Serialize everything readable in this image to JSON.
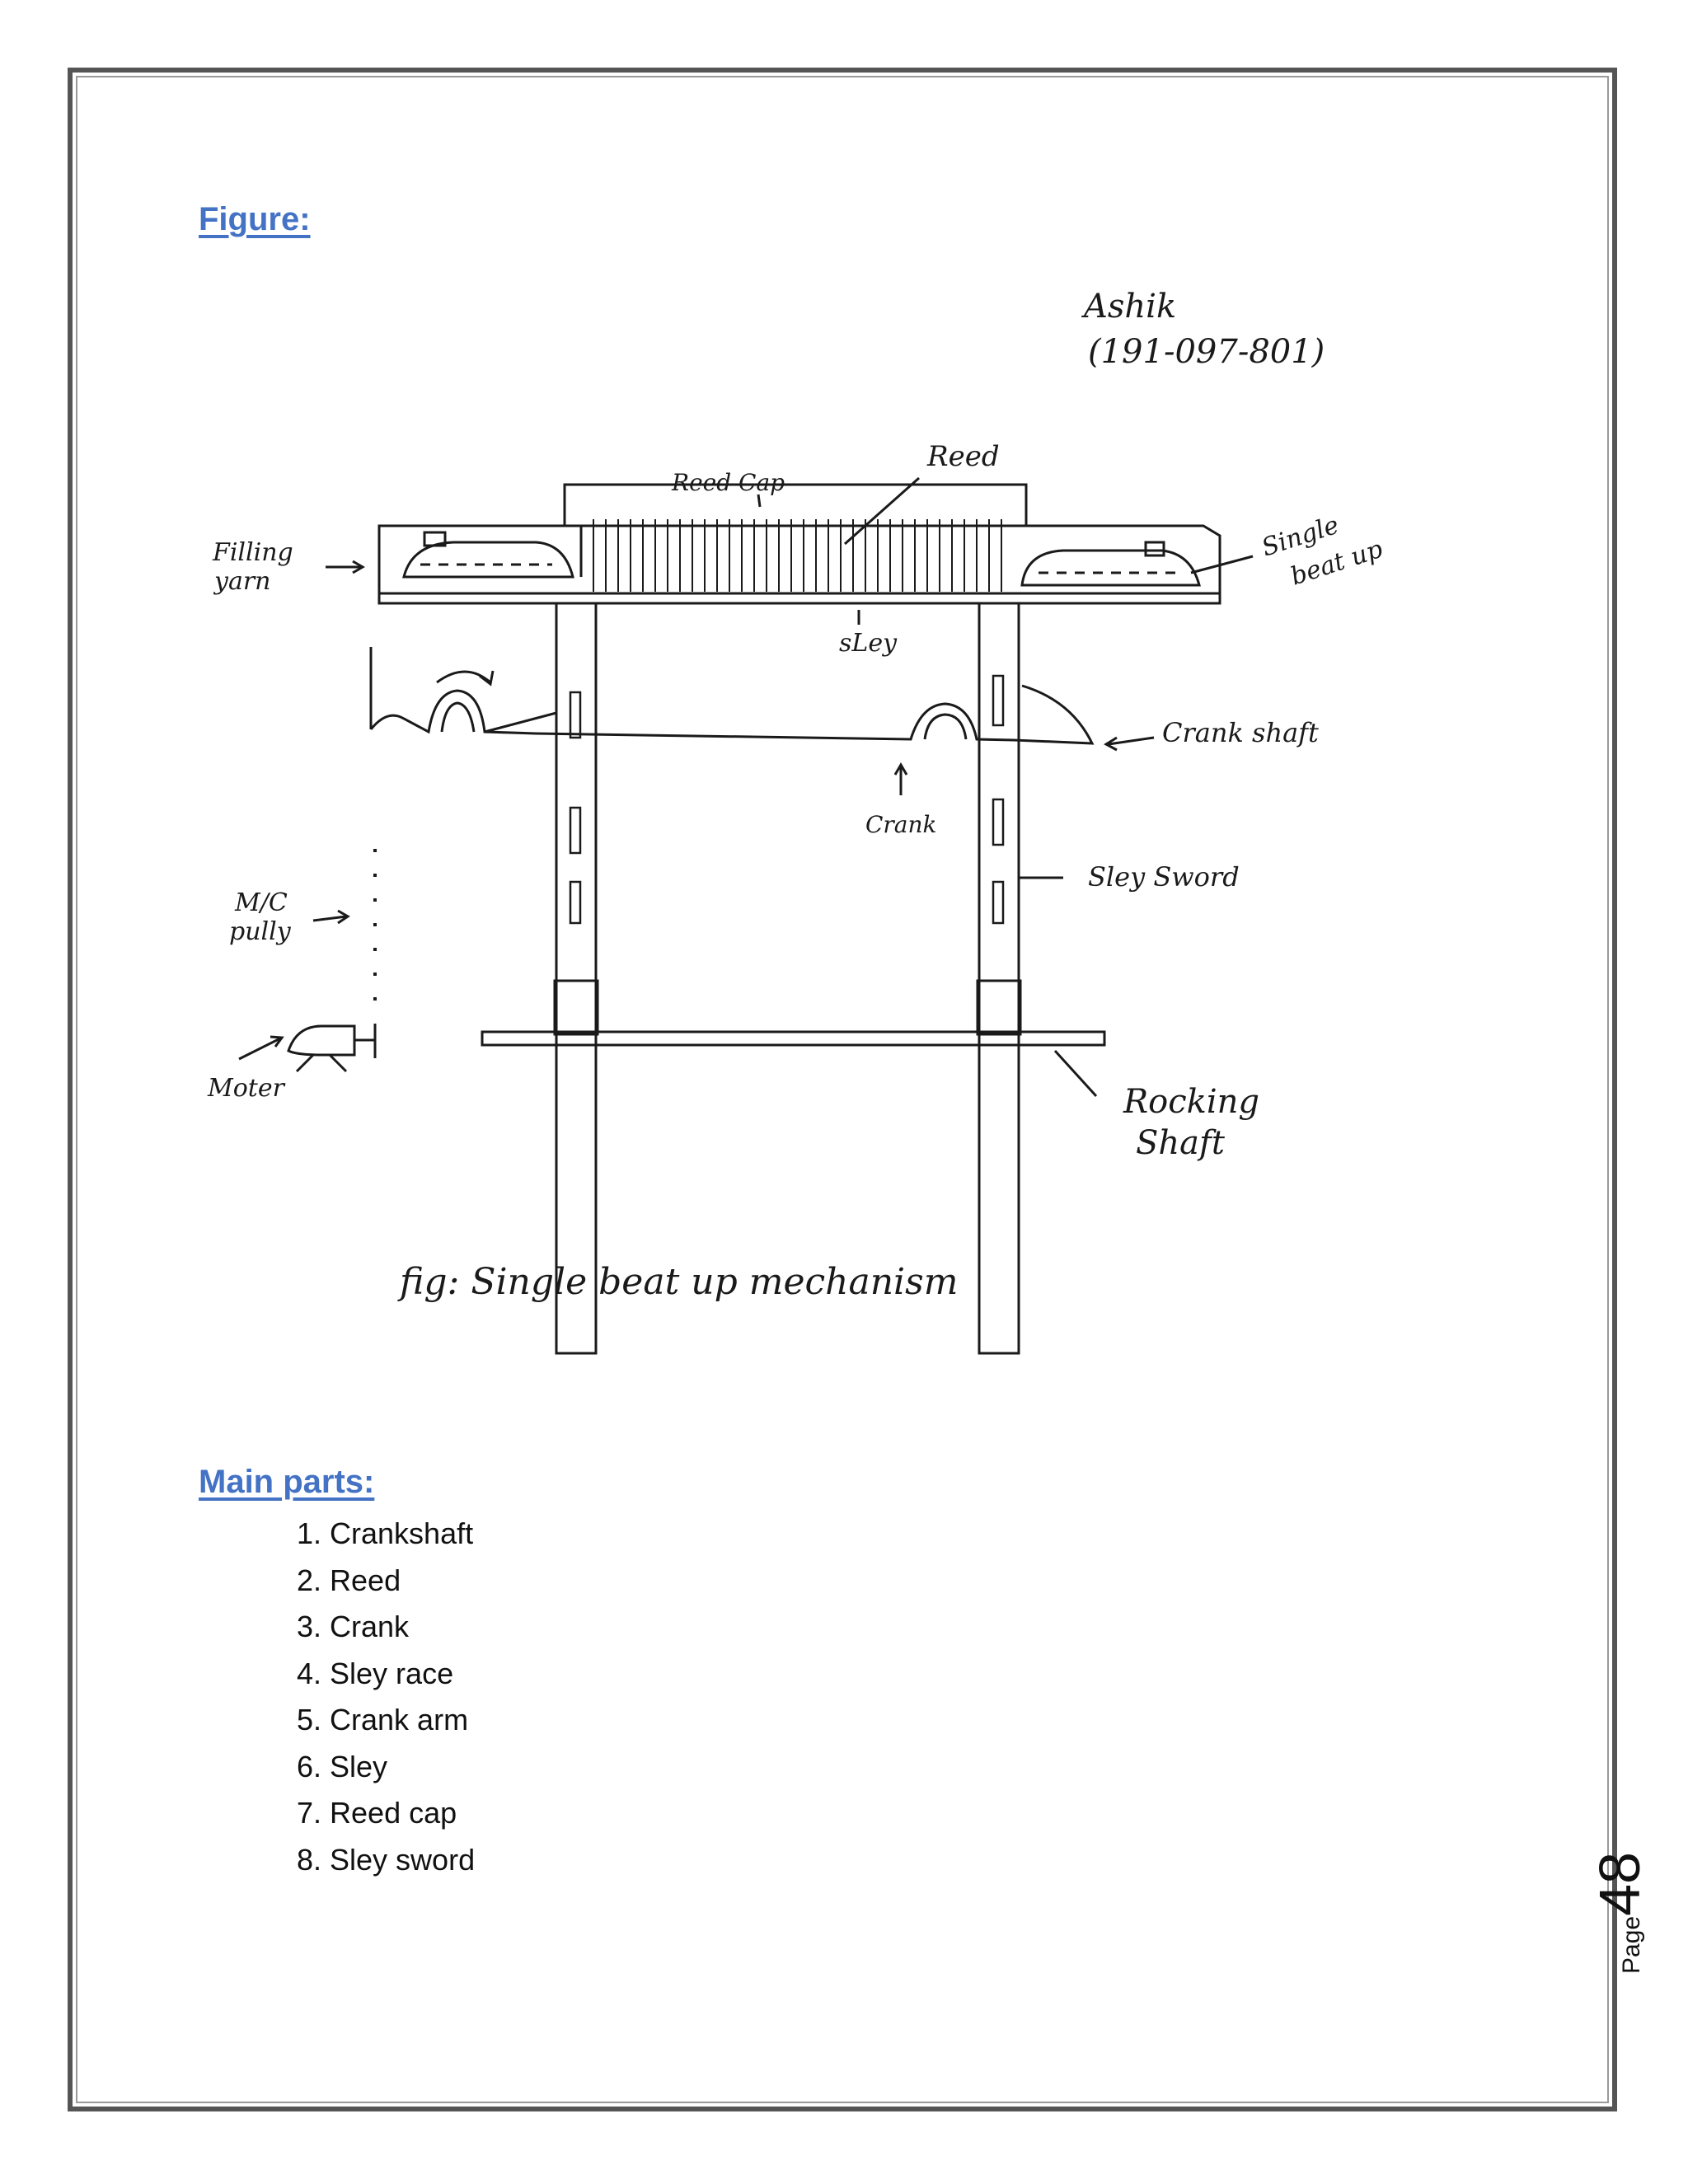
{
  "headings": {
    "figure": "Figure:",
    "main_parts": "Main parts:"
  },
  "figure": {
    "author": "Ashik",
    "author_id": "(191-097-801)",
    "labels": {
      "reed_cap": "Reed Cap",
      "reed": "Reed",
      "filling_yarn_1": "Filling",
      "filling_yarn_2": "yarn",
      "single_beat_up_1": "Single",
      "single_beat_up_2": "beat up",
      "sley": "sLey",
      "crank_shaft": "Crank shaft",
      "crank": "Crank",
      "sley_sword": "Sley Sword",
      "mc_pulley_1": "M/C",
      "mc_pulley_2": "pully",
      "motor": "Moter",
      "rocking_shaft_1": "Rocking",
      "rocking_shaft_2": "Shaft"
    },
    "caption": "fig: Single beat up mechanism"
  },
  "main_parts": [
    "1. Crankshaft",
    "2. Reed",
    "3. Crank",
    "4. Sley race",
    "5. Crank arm",
    "6. Sley",
    "7. Reed cap",
    "8. Sley sword"
  ],
  "page": {
    "label": "Page",
    "number": "48"
  }
}
